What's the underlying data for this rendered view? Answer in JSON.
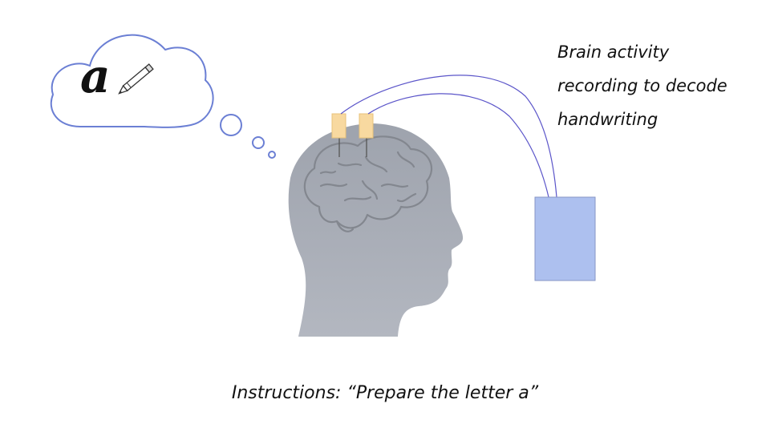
{
  "thought": {
    "letter": "a",
    "pencil_icon": "pencil-icon"
  },
  "recording": {
    "lines": [
      "Brain activity",
      "recording to decode",
      "handwriting"
    ]
  },
  "instruction": {
    "text": "Instructions: “Prepare the letter a”"
  },
  "colors": {
    "cloud_stroke": "#6b7fd4",
    "wire": "#5b55c9",
    "head": "#a9adb8",
    "brain_line": "#8a8e98",
    "electrode": "#f8d9a0",
    "device": "#adc0ef",
    "device_stroke": "#8796c4"
  }
}
